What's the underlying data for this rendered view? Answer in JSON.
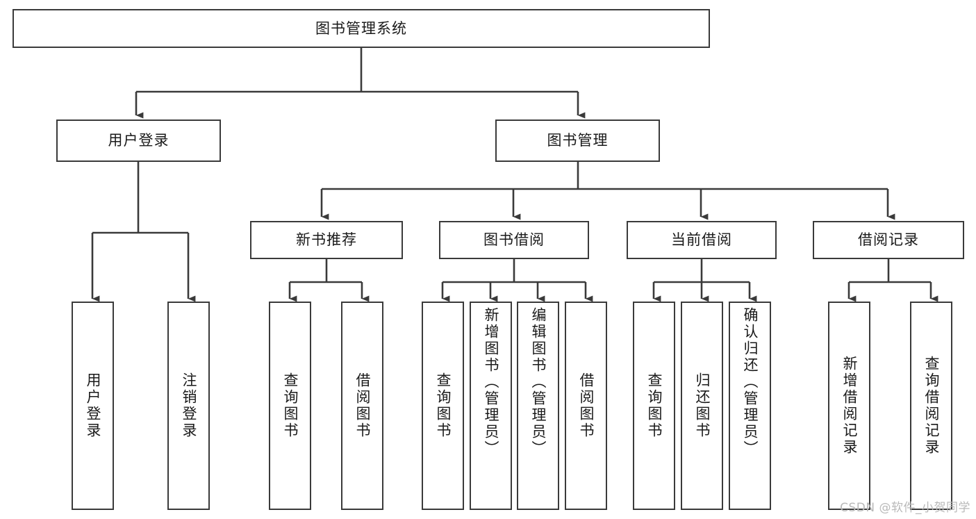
{
  "diagram": {
    "title": "图书管理系统",
    "type": "tree",
    "root": {
      "id": "root",
      "label": "图书管理系统"
    },
    "level2": [
      {
        "id": "user-login",
        "label": "用户登录"
      },
      {
        "id": "book-manage",
        "label": "图书管理"
      }
    ],
    "level3": [
      {
        "id": "new-book-recommend",
        "label": "新书推荐",
        "parent": "book-manage"
      },
      {
        "id": "book-borrow",
        "label": "图书借阅",
        "parent": "book-manage"
      },
      {
        "id": "current-borrow",
        "label": "当前借阅",
        "parent": "book-manage"
      },
      {
        "id": "borrow-record",
        "label": "借阅记录",
        "parent": "book-manage"
      }
    ],
    "leaves": {
      "user_login": [
        {
          "id": "leaf-user-login",
          "label": "用户登录"
        },
        {
          "id": "leaf-user-logout",
          "label": "注销登录"
        }
      ],
      "new_book_recommend": [
        {
          "id": "leaf-query-book-1",
          "label": "查询图书"
        },
        {
          "id": "leaf-borrow-book-1",
          "label": "借阅图书"
        }
      ],
      "book_borrow": [
        {
          "id": "leaf-query-book-2",
          "label": "查询图书"
        },
        {
          "id": "leaf-add-book",
          "label": "新增图书（管理员）"
        },
        {
          "id": "leaf-edit-book",
          "label": "编辑图书（管理员）"
        },
        {
          "id": "leaf-borrow-book-2",
          "label": "借阅图书"
        }
      ],
      "current_borrow": [
        {
          "id": "leaf-query-book-3",
          "label": "查询图书"
        },
        {
          "id": "leaf-return-book",
          "label": "归还图书"
        },
        {
          "id": "leaf-confirm-return",
          "label": "确认归还（管理员）"
        }
      ],
      "borrow_record": [
        {
          "id": "leaf-add-record",
          "label": "新增借阅记录"
        },
        {
          "id": "leaf-query-record",
          "label": "查询借阅记录"
        }
      ]
    }
  },
  "watermark": {
    "text": "CSDN @软件_小贺同学"
  },
  "colors": {
    "stroke": "#3a3a3a",
    "fill": "#ffffff",
    "text": "#1a1a1a",
    "watermark": "#b9b9b9"
  }
}
